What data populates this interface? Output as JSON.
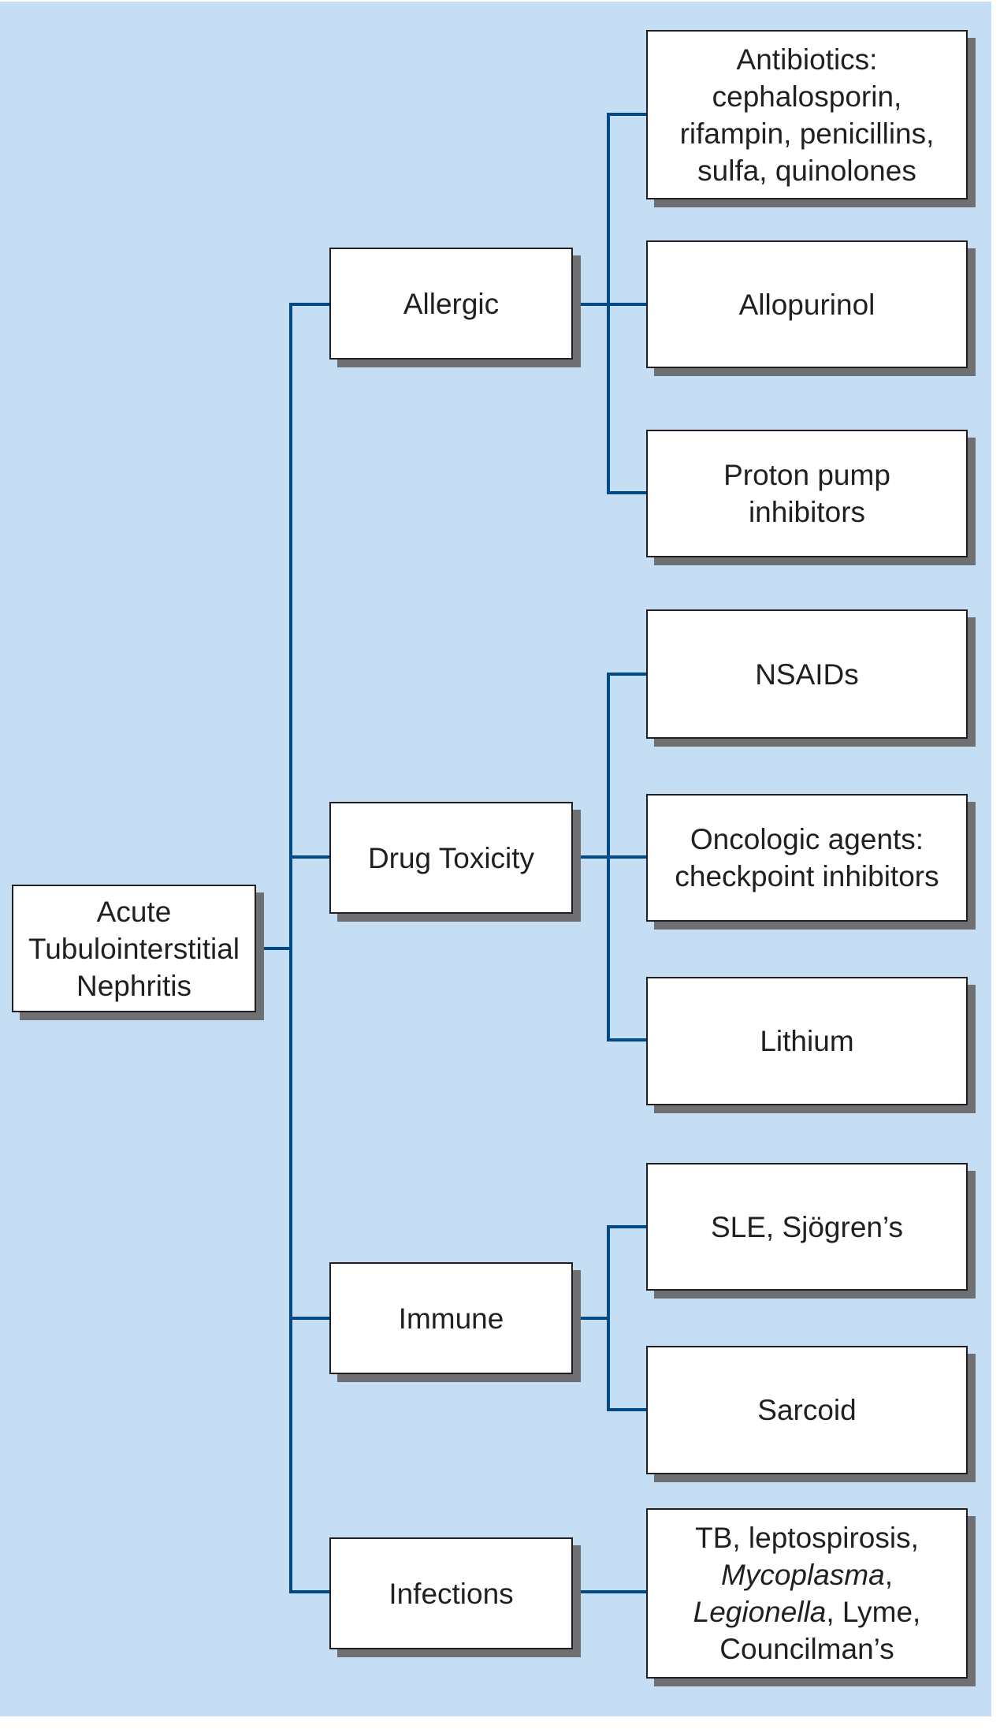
{
  "diagram": {
    "root": {
      "label": "Acute Tubulointerstitial Nephritis",
      "lines": [
        "Acute",
        "Tubulointerstitial",
        "Nephritis"
      ]
    },
    "categories": [
      {
        "label": "Allergic",
        "children": [
          {
            "lines": [
              "Antibiotics:",
              "cephalosporin,",
              "rifampin, penicillins,",
              "sulfa, quinolones"
            ]
          },
          {
            "lines": [
              "Allopurinol"
            ]
          },
          {
            "lines": [
              "Proton pump",
              "inhibitors"
            ]
          }
        ]
      },
      {
        "label": "Drug Toxicity",
        "children": [
          {
            "lines": [
              "NSAIDs"
            ]
          },
          {
            "lines": [
              "Oncologic agents:",
              "checkpoint inhibitors"
            ]
          },
          {
            "lines": [
              "Lithium"
            ]
          }
        ]
      },
      {
        "label": "Immune",
        "children": [
          {
            "lines": [
              "SLE, Sjögren’s"
            ]
          },
          {
            "lines": [
              "Sarcoid"
            ]
          }
        ]
      },
      {
        "label": "Infections",
        "children": [
          {
            "lines": [
              "TB, leptospirosis,",
              "Mycoplasma,",
              "Legionella, Lyme,",
              "Councilman’s"
            ],
            "italic_terms": [
              "Mycoplasma",
              "Legionella"
            ]
          }
        ]
      }
    ]
  },
  "colors": {
    "background": "#c6def3",
    "connector": "#004b87",
    "box_fill": "#ffffff",
    "box_border": "#231f20",
    "box_shadow": "#6f7073",
    "text": "#231f20"
  }
}
